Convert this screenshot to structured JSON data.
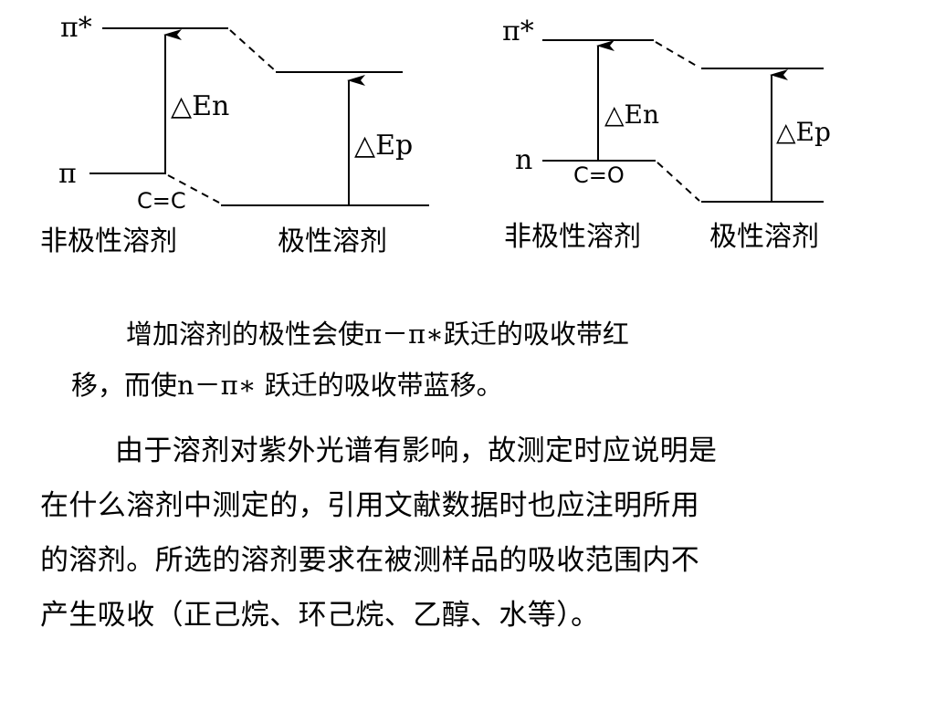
{
  "left_diagram": {
    "pi_star_label": "π*",
    "pi_label": "π",
    "bond_label": "C=C",
    "delta_en_label": "△En",
    "delta_ep_label": "△Ep",
    "nonpolar_label": "非极性溶剂",
    "polar_label": "极性溶剂"
  },
  "right_diagram": {
    "pi_star_label": "π*",
    "n_label": "n",
    "bond_label": "C=O",
    "delta_en_label": "△En",
    "delta_ep_label": "△Ep",
    "nonpolar_label": "非极性溶剂",
    "polar_label": "极性溶剂"
  },
  "paragraph1": {
    "line1": "增加溶剂的极性会使π－π∗跃迁的吸收带红",
    "line2": "移，而使n－π∗ 跃迁的吸收带蓝移。"
  },
  "paragraph2": {
    "line1": "由于溶剂对紫外光谱有影响，故测定时应说明是",
    "line2": "在什么溶剂中测定的，引用文献数据时也应注明所用",
    "line3": "的溶剂。所选的溶剂要求在被测样品的吸收范围内不",
    "line4": "产生吸收（正己烷、环己烷、乙醇、水等）。"
  }
}
